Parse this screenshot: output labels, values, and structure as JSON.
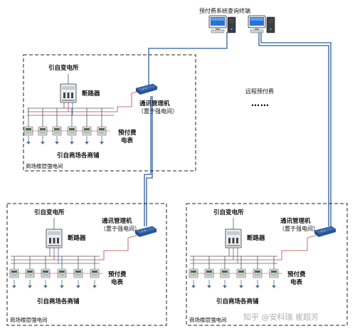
{
  "title_terminal": "预付费系统查询终端",
  "remote_prepaid": "远程预付费",
  "ellipsis": "……",
  "watermark": "知乎 @安科瑞 崔超芳",
  "colors": {
    "bus_line": "#2e5f9e",
    "meter_wire": "#c04040",
    "switch_wire": "#555555",
    "frame": "#222222"
  },
  "zones": [
    {
      "source": "引自变电所",
      "breaker": "断路器",
      "manager": "通讯管理机",
      "manager_sub": "（置于强电间）",
      "meter_label": "预付费",
      "meter_label2": "电表",
      "shops": "引自商场各商铺",
      "frame_label": "商场楼层强电间"
    },
    {
      "source": "引自变电所",
      "breaker": "断路器",
      "manager": "通讯管理机",
      "manager_sub": "（置于强电间）",
      "meter_label": "预付费",
      "meter_label2": "电表",
      "shops": "引自商场各商铺",
      "frame_label": "商场楼层强电间"
    },
    {
      "source": "引自变电所",
      "breaker": "断路器",
      "manager": "通讯管理机",
      "manager_sub": "（置于强电间）",
      "meter_label": "预付费",
      "meter_label2": "电表",
      "shops": "引自商场各商铺",
      "frame_label": "商场楼层强电间"
    }
  ],
  "icons": {
    "computer": "desktop-computer-icon",
    "breaker": "circuit-breaker-icon",
    "meter": "electric-meter-icon",
    "manager": "communication-manager-icon",
    "arrow": "down-arrow-icon"
  }
}
